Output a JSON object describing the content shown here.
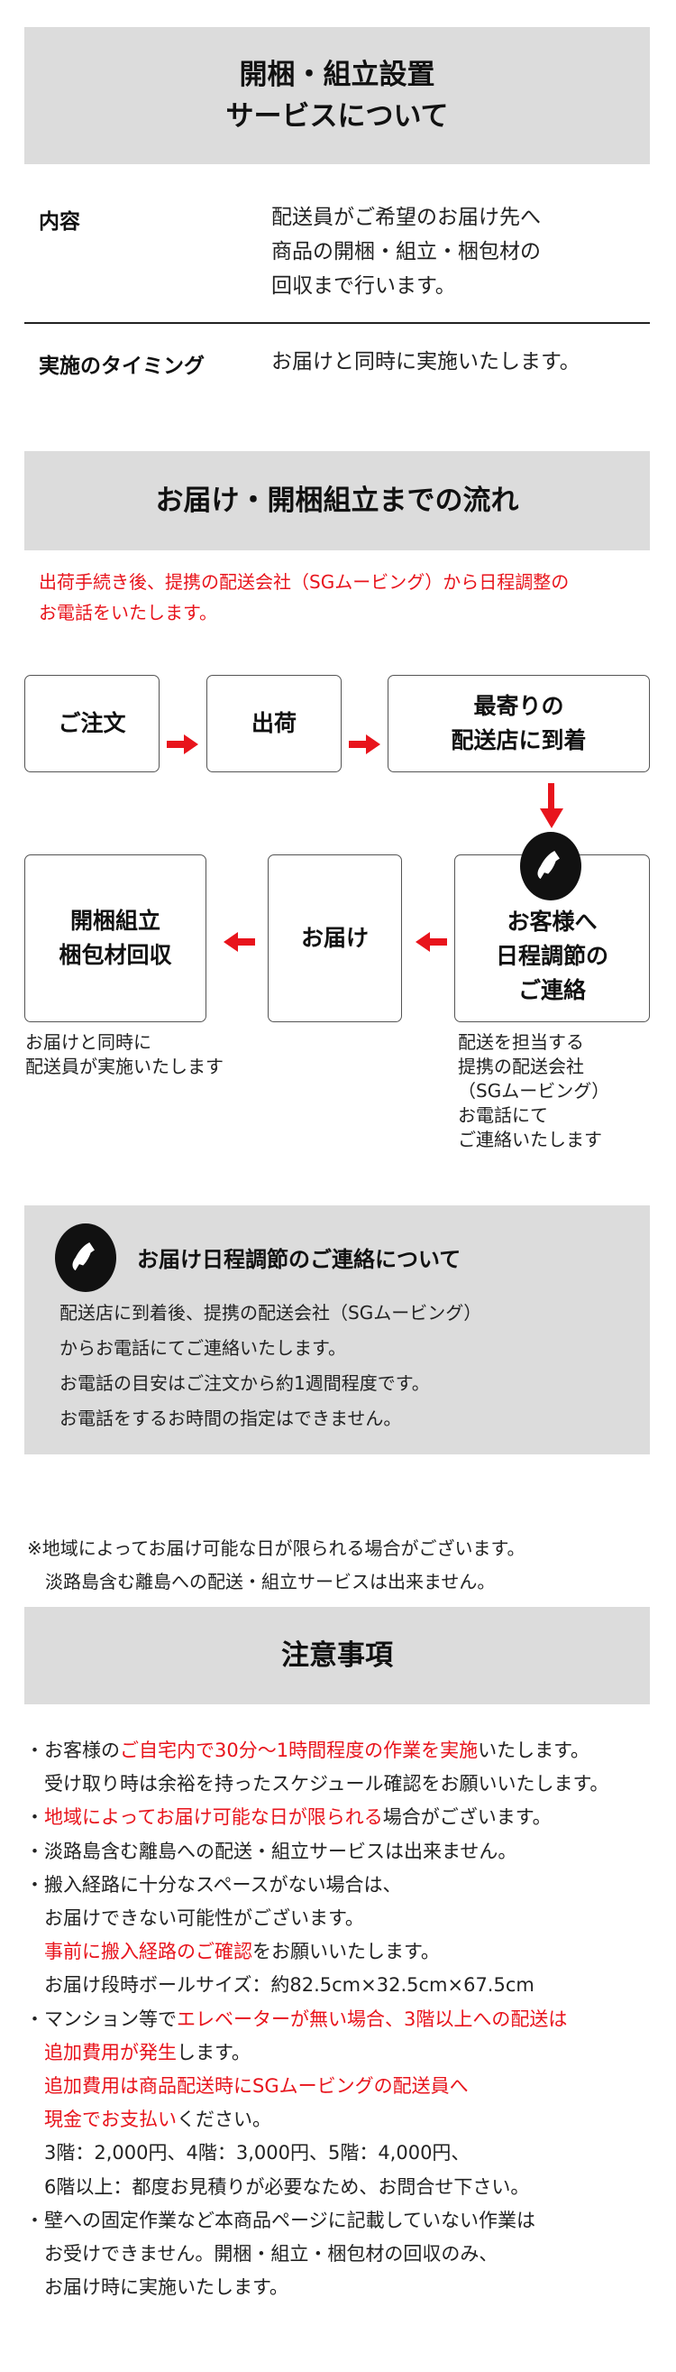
{
  "section1": {
    "title_line1": "開梱・組立設置",
    "title_line2": "サービスについて",
    "rows": [
      {
        "label": "内容",
        "lines": [
          "配送員がご希望のお届け先へ",
          "商品の開梱・組立・梱包材の",
          "回収まで行います。"
        ]
      },
      {
        "label": "実施のタイミング",
        "lines": [
          "お届けと同時に実施いたします。"
        ]
      }
    ]
  },
  "section2": {
    "title": "お届け・開梱組立までの流れ",
    "intro_lines": [
      "出荷手続き後、提携の配送会社（SGムービング）から日程調整の",
      "お電話をいたします。"
    ],
    "steps": [
      {
        "lines": [
          "ご注文"
        ]
      },
      {
        "lines": [
          "出荷"
        ]
      },
      {
        "lines": [
          "最寄りの",
          "配送店に到着"
        ]
      },
      {
        "lines": [
          "お客様へ",
          "日程調節の",
          "ご連絡"
        ]
      },
      {
        "lines": [
          "お届け"
        ]
      },
      {
        "lines": [
          "開梱組立",
          "梱包材回収"
        ]
      }
    ],
    "caption_left": [
      "お届けと同時に",
      "配送員が実施いたします"
    ],
    "caption_right": [
      "配送を担当する",
      "提携の配送会社",
      "（SGムービング）",
      "お電話にて",
      "ご連絡いたします"
    ]
  },
  "contact": {
    "title": "お届け日程調節のご連絡について",
    "icon": "phone-icon",
    "lines": [
      "配送店に到着後、提携の配送会社（SGムービング）",
      "からお電話にてご連絡いたします。",
      "お電話の目安はご注文から約1週間程度です。",
      "お電話をするお時間の指定はできません。"
    ]
  },
  "notes": [
    "※地域によってお届け可能な日が限られる場合がございます。",
    "　淡路島含む離島への配送・組立サービスは出来ません。"
  ],
  "caution": {
    "title": "注意事項",
    "lines": [
      [
        {
          "t": "・お客様の"
        },
        {
          "t": "ご自宅内で30分～1時間程度の作業を実施",
          "red": true
        },
        {
          "t": "いたします。"
        }
      ],
      [
        {
          "t": "　受け取り時は余裕を持ったスケジュール確認をお願いいたします。"
        }
      ],
      [
        {
          "t": "・"
        },
        {
          "t": "地域によってお届け可能な日が限られる",
          "red": true
        },
        {
          "t": "場合がございます。"
        }
      ],
      [
        {
          "t": "・淡路島含む離島への配送・組立サービスは出来ません。"
        }
      ],
      [
        {
          "t": "・搬入経路に十分なスペースがない場合は、"
        }
      ],
      [
        {
          "t": "　お届けできない可能性がございます。"
        }
      ],
      [
        {
          "t": "　"
        },
        {
          "t": "事前に搬入経路のご確認",
          "red": true
        },
        {
          "t": "をお願いいたします。"
        }
      ],
      [
        {
          "t": "　お届け段時ボールサイズ：約82.5cm×32.5cm×67.5cm"
        }
      ],
      [
        {
          "t": "・マンション等で"
        },
        {
          "t": "エレベーターが無い場合、3階以上への配送は",
          "red": true
        }
      ],
      [
        {
          "t": "　"
        },
        {
          "t": "追加費用が発生",
          "red": true
        },
        {
          "t": "します。"
        }
      ],
      [
        {
          "t": "　"
        },
        {
          "t": "追加費用は商品配送時にSGムービングの配送員へ",
          "red": true
        }
      ],
      [
        {
          "t": "　"
        },
        {
          "t": "現金でお支払い",
          "red": true
        },
        {
          "t": "ください。"
        }
      ],
      [
        {
          "t": "　3階：2,000円、4階：3,000円、5階：4,000円、"
        }
      ],
      [
        {
          "t": "　6階以上：都度お見積りが必要なため、お問合せ下さい。"
        }
      ],
      [
        {
          "t": "・壁への固定作業など本商品ページに記載していない作業は"
        }
      ],
      [
        {
          "t": "　お受けできません。開梱・組立・梱包材の回収のみ、"
        }
      ],
      [
        {
          "t": "　お届け時に実施いたします。"
        }
      ]
    ]
  },
  "colors": {
    "accent": "#e8141c",
    "panel": "#dcdcdc"
  }
}
